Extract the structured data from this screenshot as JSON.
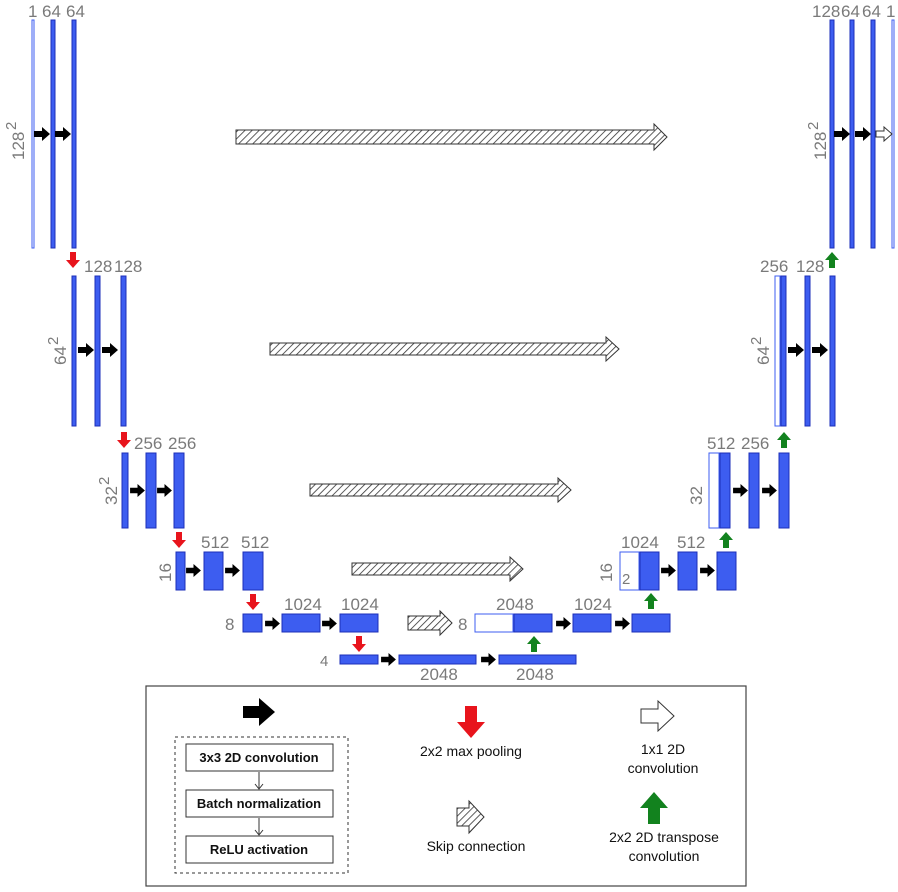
{
  "labels": {
    "r1_ch_a": "1",
    "r1_ch_b": "64",
    "r1_ch_c": "64",
    "r1_size": "128",
    "r2_ch_a": "128",
    "r2_ch_b": "128",
    "r2_size": "64",
    "r3_ch_a": "256",
    "r3_ch_b": "256",
    "r3_size": "32",
    "r4_ch_a": "512",
    "r4_ch_b": "512",
    "r4_size": "16",
    "r5_ch_a": "1024",
    "r5_ch_b": "1024",
    "r5_size": "8",
    "r6_size": "4",
    "bot_ch_a": "2048",
    "bot_ch_b": "2048",
    "u5_ch_a": "2048",
    "u5_ch_b": "1024",
    "u5_size": "8",
    "u4_ch_a": "1024",
    "u4_ch_b": "512",
    "u4_size": "16",
    "u3_ch_a": "512",
    "u3_ch_b": "256",
    "u3_size": "32",
    "u2_ch_a": "256",
    "u2_ch_b": "128",
    "u2_size": "64",
    "u1_ch_a": "128",
    "u1_ch_b": "64",
    "u1_ch_c": "64",
    "u1_ch_d": "1",
    "u1_size": "128",
    "sq": "2"
  },
  "legend": {
    "conv_box_1": "3x3 2D convolution",
    "conv_box_2": "Batch normalization",
    "conv_box_3": "ReLU activation",
    "maxpool": "2x2 max pooling",
    "conv1x1_line1": "1x1 2D",
    "conv1x1_line2": "convolution",
    "skip": "Skip connection",
    "transpose_line1": "2x2 2D transpose",
    "transpose_line2": "convolution"
  },
  "colors": {
    "feature_map": "#3d5df0",
    "conv_arrow": "#000000",
    "pool_arrow": "#e8141c",
    "upconv_arrow": "#12821e",
    "skip_arrow": "#ffffff"
  },
  "icons": {
    "conv_arrow": "black-right-arrow-icon",
    "pool_arrow": "red-down-arrow-icon",
    "upconv_arrow": "green-up-arrow-icon",
    "skip_arrow": "hatched-right-arrow-icon",
    "conv1x1_arrow": "white-right-arrow-icon"
  }
}
